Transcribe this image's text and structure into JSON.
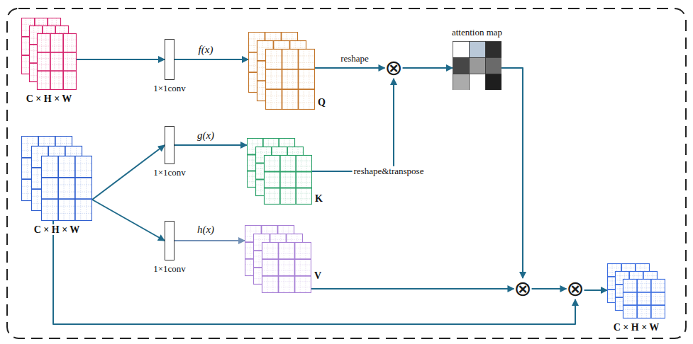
{
  "diagram": {
    "nodes": [
      {
        "text": [
          "C × H × W"
        ]
      },
      {
        "text": [
          "C × H × W"
        ]
      },
      {
        "text": [
          "1×1conv"
        ]
      },
      {
        "text": [
          "1×1conv"
        ]
      },
      {
        "text": [
          "1×1conv"
        ]
      },
      {
        "text": [
          "Q"
        ]
      },
      {
        "text": [
          "K"
        ]
      },
      {
        "text": [
          "V"
        ]
      },
      {
        "text": [
          "⊗"
        ]
      },
      {
        "text": [
          "attention map"
        ]
      },
      {
        "text": [
          "⊗"
        ]
      },
      {
        "text": [
          "⊗"
        ]
      },
      {
        "text": [
          "C × H × W"
        ]
      }
    ],
    "edges": [
      {
        "from": 0,
        "to": 2,
        "arrow": "to"
      },
      {
        "from": 2,
        "to": 5,
        "label": "f(x)",
        "arrow": "to"
      },
      {
        "from": 1,
        "to": 3,
        "arrow": "to"
      },
      {
        "from": 1,
        "to": 4,
        "arrow": "to"
      },
      {
        "from": 3,
        "to": 6,
        "label": "g(x)",
        "arrow": "to"
      },
      {
        "from": 4,
        "to": 7,
        "label": "h(x)",
        "arrow": "to"
      },
      {
        "from": 5,
        "to": 8,
        "label": "reshape",
        "arrow": "to"
      },
      {
        "from": 6,
        "to": 8,
        "label": "reshape&transpose",
        "arrow": "to"
      },
      {
        "from": 8,
        "to": 9,
        "arrow": "to"
      },
      {
        "from": 9,
        "to": 10,
        "arrow": "to"
      },
      {
        "from": 7,
        "to": 10,
        "arrow": "to"
      },
      {
        "from": 10,
        "to": 11,
        "arrow": "to"
      },
      {
        "from": 1,
        "to": 11,
        "arrow": "to"
      },
      {
        "from": 11,
        "to": 12,
        "arrow": "to"
      }
    ]
  }
}
